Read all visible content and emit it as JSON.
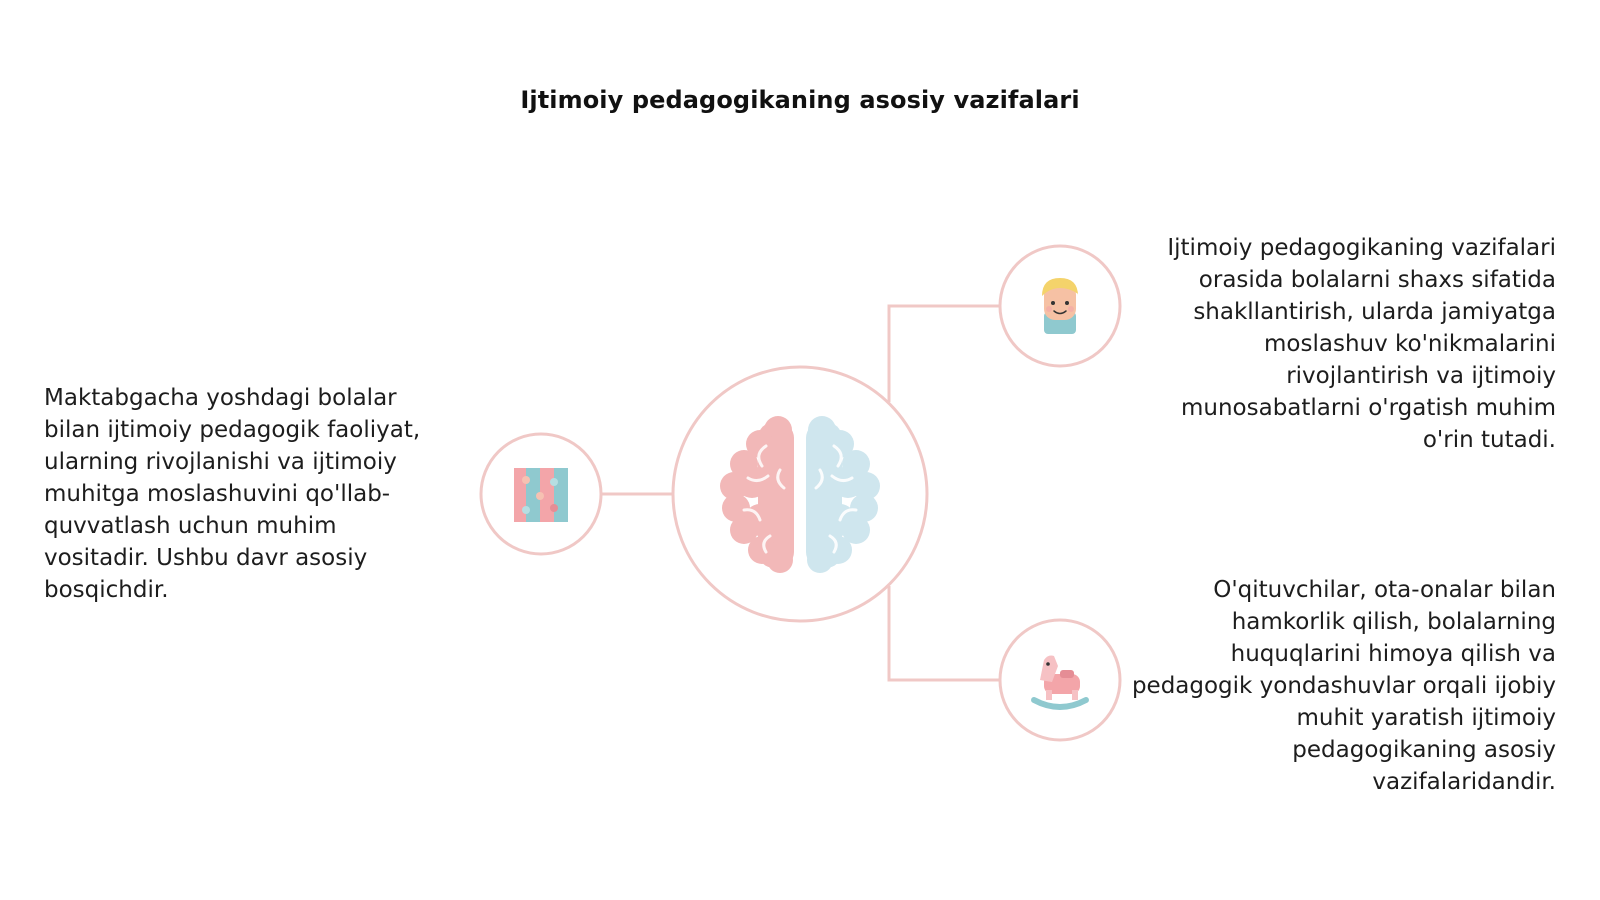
{
  "slide": {
    "title": "Ijtimoiy pedagogikaning asosiy vazifalari"
  },
  "blocks": {
    "left": "Maktabgacha yoshdagi bolalar bilan ijtimoiy pedagogik faoliyat, ularning rivojlanishi va ijtimoiy muhitga moslashuvini qo'llab-quvvatlash uchun muhim vositadir. Ushbu davr asosiy bosqichdir.",
    "top_right": "Ijtimoiy pedagogikaning vazifalari orasida bolalarni shaxs sifatida shakllantirish, ularda jamiyatga moslashuv ko'nikmalarini rivojlantirish va ijtimoiy munosabatlarni o'rgatish muhim o'rin tutadi.",
    "bottom_right": "O'qituvchilar, ota-onalar bilan hamkorlik qilish, bolalarning huquqlarini himoya qilish va pedagogik yondashuvlar orqali ijobiy muhit yaratish ijtimoiy pedagogikaning asosiy vazifalaridandir."
  },
  "icons": {
    "center": "brain-icon",
    "left": "puzzle-icon",
    "top_right": "child-face-icon",
    "bottom_right": "rocking-horse-icon"
  },
  "colors": {
    "connector": "#f0c8c6",
    "brain_left": "#f2b8b8",
    "brain_right": "#cfe6ee",
    "accent_teal": "#8fc9cf",
    "accent_pink": "#f3a5a9"
  }
}
